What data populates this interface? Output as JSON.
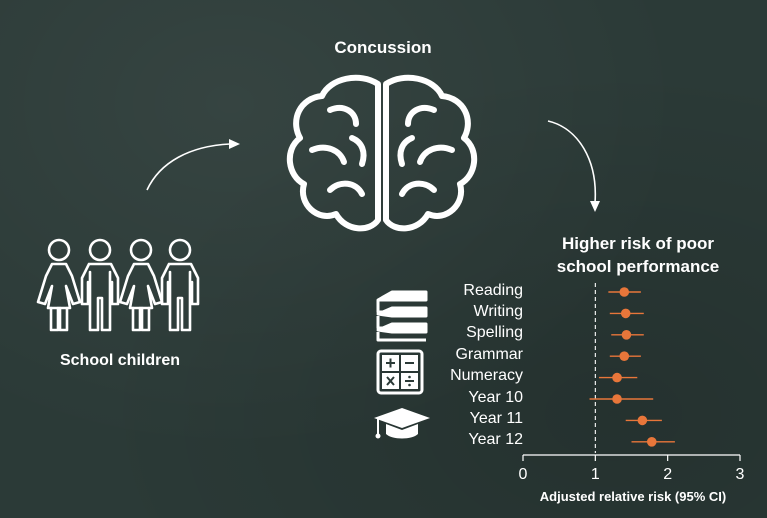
{
  "diagram": {
    "concussion_label": "Concussion",
    "children_label": "School children",
    "outcome_title_line1": "Higher risk of poor",
    "outcome_title_line2": "school performance",
    "icons": [
      "brain-icon",
      "children-icon",
      "books-icon",
      "calculator-icon",
      "graduation-cap-icon",
      "arrow-icon"
    ]
  },
  "chart_data": {
    "type": "forest",
    "xlabel": "Adjusted relative risk (95% CI)",
    "xlim": [
      0,
      3
    ],
    "xticks": [
      0,
      1,
      2,
      3
    ],
    "reference_line": 1,
    "categories": [
      "Reading",
      "Writing",
      "Spelling",
      "Grammar",
      "Numeracy",
      "Year 10",
      "Year 11",
      "Year 12"
    ],
    "estimates": [
      1.4,
      1.42,
      1.43,
      1.4,
      1.3,
      1.3,
      1.65,
      1.78
    ],
    "ci_low": [
      1.18,
      1.2,
      1.22,
      1.2,
      1.05,
      0.92,
      1.42,
      1.5
    ],
    "ci_high": [
      1.63,
      1.67,
      1.67,
      1.63,
      1.58,
      1.8,
      1.92,
      2.1
    ],
    "point_color": "#e8763a",
    "ci_color": "#e8763a"
  }
}
